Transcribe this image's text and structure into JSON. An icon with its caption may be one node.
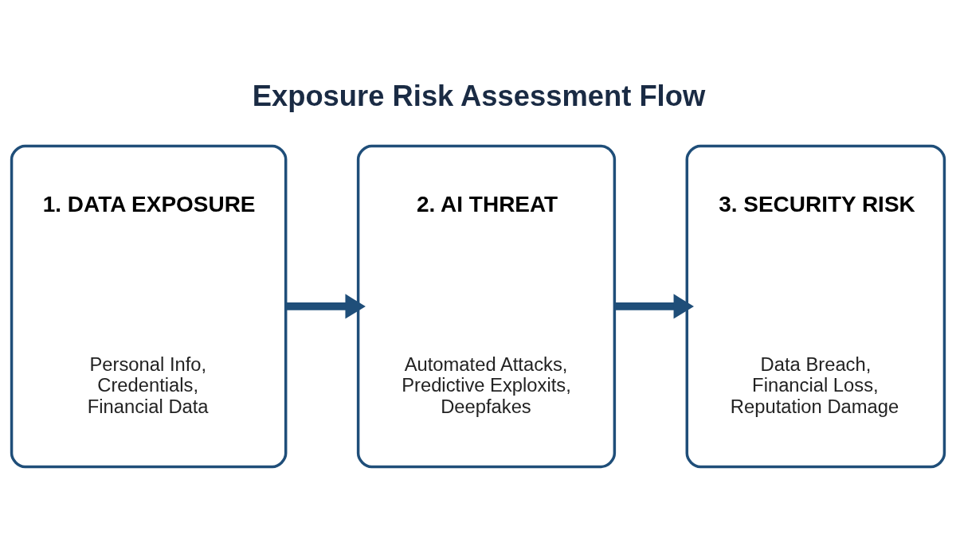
{
  "diagram": {
    "title": "Exposure Risk Assessment Flow",
    "nodes": [
      {
        "text": [
          "1. DATA EXPOSURE",
          "Personal Info, Credentials, Financial Data"
        ]
      },
      {
        "text": [
          "2. AI THREAT",
          "Automated Attacks, Predictive Exploxits, Deepfakes"
        ]
      },
      {
        "text": [
          "3. SECURITY RISK",
          "Data Breach, Financial Loss, Reputation Damage"
        ]
      }
    ],
    "edges": [
      {
        "from": 0,
        "to": 1,
        "arrow": "to"
      },
      {
        "from": 1,
        "to": 2,
        "arrow": "to"
      }
    ]
  }
}
